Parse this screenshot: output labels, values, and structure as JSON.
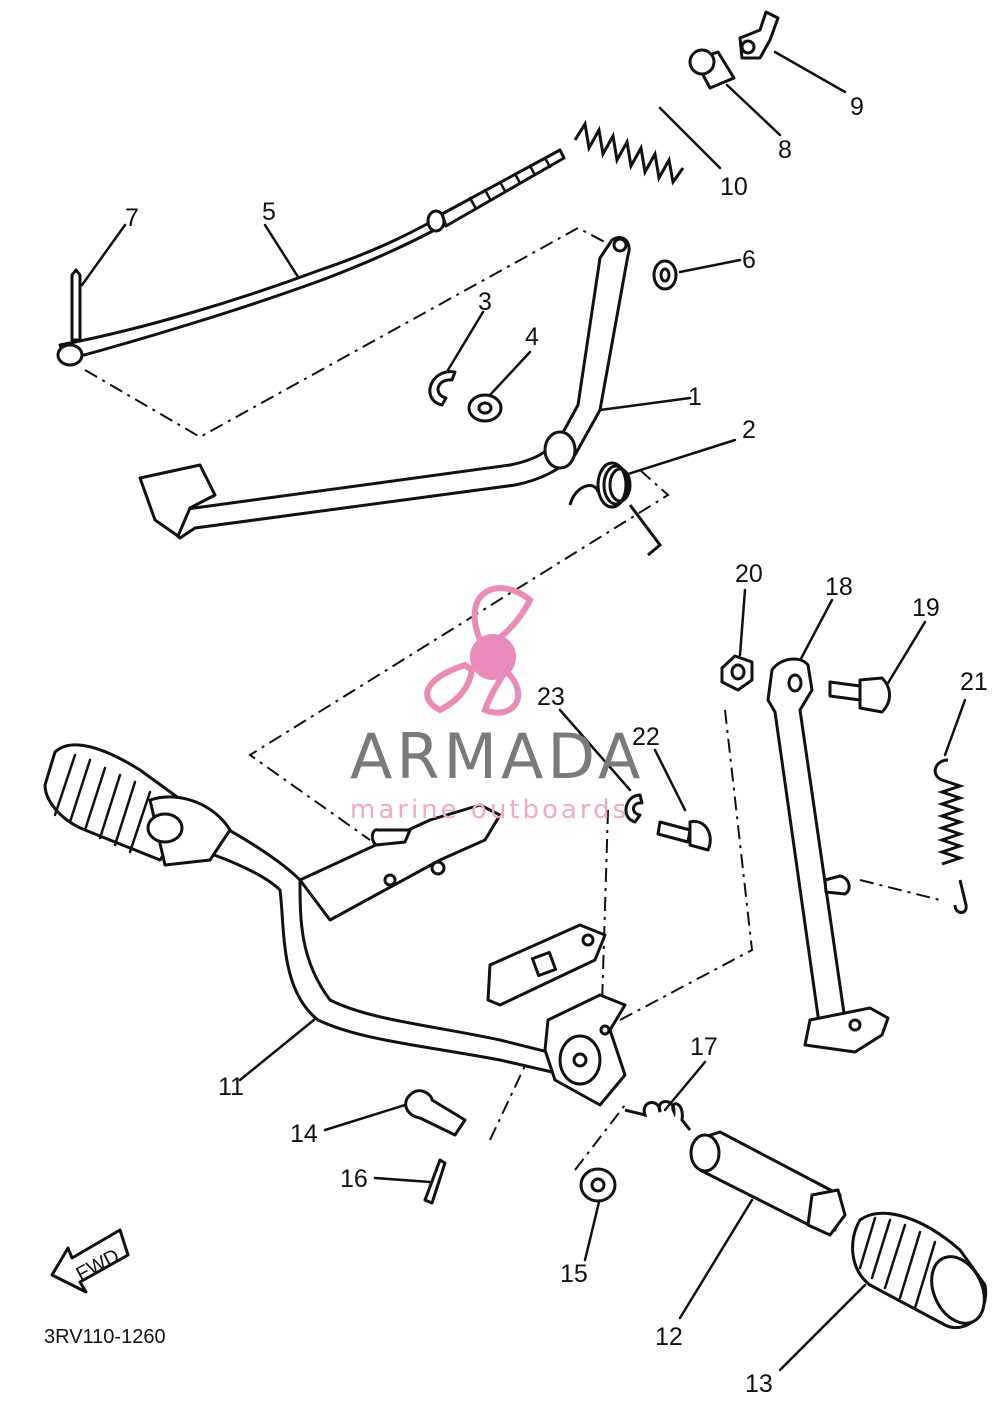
{
  "watermark": {
    "brand": "ARMADA",
    "tagline": "marine outboards",
    "logo_color": "#e98ab8",
    "text_color": "#7a7a7a"
  },
  "diagram_code": "3RV110-1260",
  "direction_marker": "FWD",
  "part_numbers": [
    "1",
    "2",
    "3",
    "4",
    "5",
    "6",
    "7",
    "8",
    "9",
    "10",
    "11",
    "12",
    "13",
    "14",
    "15",
    "16",
    "17",
    "18",
    "19",
    "20",
    "21",
    "22",
    "23"
  ]
}
